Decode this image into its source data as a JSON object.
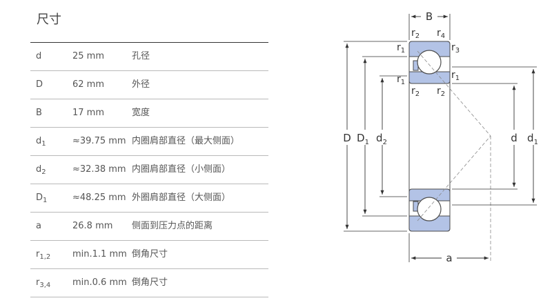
{
  "title": "尺寸",
  "rows": [
    {
      "sym": "d",
      "sub": "",
      "value": "25 mm",
      "desc": "孔径"
    },
    {
      "sym": "D",
      "sub": "",
      "value": "62 mm",
      "desc": "外径"
    },
    {
      "sym": "B",
      "sub": "",
      "value": "17 mm",
      "desc": "宽度"
    },
    {
      "sym": "d",
      "sub": "1",
      "value": "≈39.75 mm",
      "desc": "内圈肩部直径（最大侧面）"
    },
    {
      "sym": "d",
      "sub": "2",
      "value": "≈32.38 mm",
      "desc": "内圈肩部直径（小侧面）"
    },
    {
      "sym": "D",
      "sub": "1",
      "value": "≈48.25 mm",
      "desc": "外圈肩部直径（大侧面）"
    },
    {
      "sym": "a",
      "sub": "",
      "value": "26.8 mm",
      "desc": "侧面到压力点的距离"
    },
    {
      "sym": "r",
      "sub": "1,2",
      "value": "min.1.1 mm",
      "desc": "倒角尺寸"
    },
    {
      "sym": "r",
      "sub": "3,4",
      "value": "min.0.6 mm",
      "desc": "倒角尺寸"
    }
  ],
  "diagram": {
    "B": "B",
    "a": "a",
    "D": "D",
    "D1": {
      "base": "D",
      "sub": "1"
    },
    "d2": {
      "base": "d",
      "sub": "2"
    },
    "d": "d",
    "d1": {
      "base": "d",
      "sub": "1"
    },
    "r": "r",
    "r1": "1",
    "r2": "2",
    "r3": "3",
    "r4": "4"
  },
  "colors": {
    "ring": "#b3c3e6",
    "ring_stroke": "#4a4a4a",
    "text": "#555555",
    "rule_top": "#333333",
    "rule": "#b9b9b9"
  }
}
